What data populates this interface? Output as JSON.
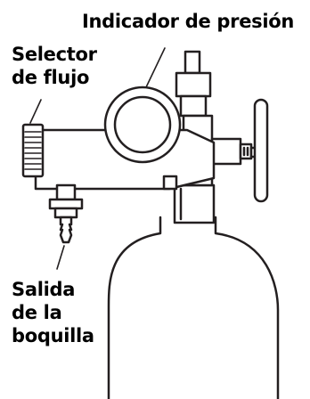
{
  "labels": {
    "pressure_indicator": "Indicador de presión",
    "flow_selector": [
      "Selector",
      "de flujo"
    ],
    "nozzle_outlet": [
      "Salida",
      "de la",
      "boquilla"
    ]
  },
  "colors": {
    "stroke": "#231f20",
    "fill": "#ffffff",
    "text": "#000000"
  }
}
